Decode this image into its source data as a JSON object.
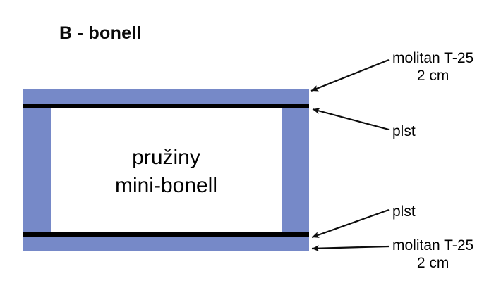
{
  "diagram": {
    "title": "B - bonell",
    "core": {
      "line1": "pružiny",
      "line2": "mini-bonell"
    },
    "layers": [
      {
        "name": "foam-top",
        "material": "molitan T-25",
        "thickness": "2 cm",
        "color": "#7689c8"
      },
      {
        "name": "felt-top",
        "material": "plst",
        "thickness": "",
        "color": "#000000"
      },
      {
        "name": "spring-core",
        "material": "pružiny mini-bonell",
        "thickness": "",
        "color": "#ffffff"
      },
      {
        "name": "felt-bottom",
        "material": "plst",
        "thickness": "",
        "color": "#000000"
      },
      {
        "name": "foam-bottom",
        "material": "molitan T-25",
        "thickness": "2 cm",
        "color": "#7689c8"
      }
    ]
  },
  "callouts": {
    "molitan_top": {
      "line1": "molitan T-25",
      "line2": "2 cm"
    },
    "plst_top": {
      "line1": "plst"
    },
    "plst_bottom": {
      "line1": "plst"
    },
    "molitan_bottom": {
      "line1": "molitan T-25",
      "line2": "2 cm"
    }
  },
  "colors": {
    "foam": "#7689c8",
    "felt": "#000000",
    "core": "#ffffff",
    "background": "#ffffff",
    "text": "#000000"
  }
}
